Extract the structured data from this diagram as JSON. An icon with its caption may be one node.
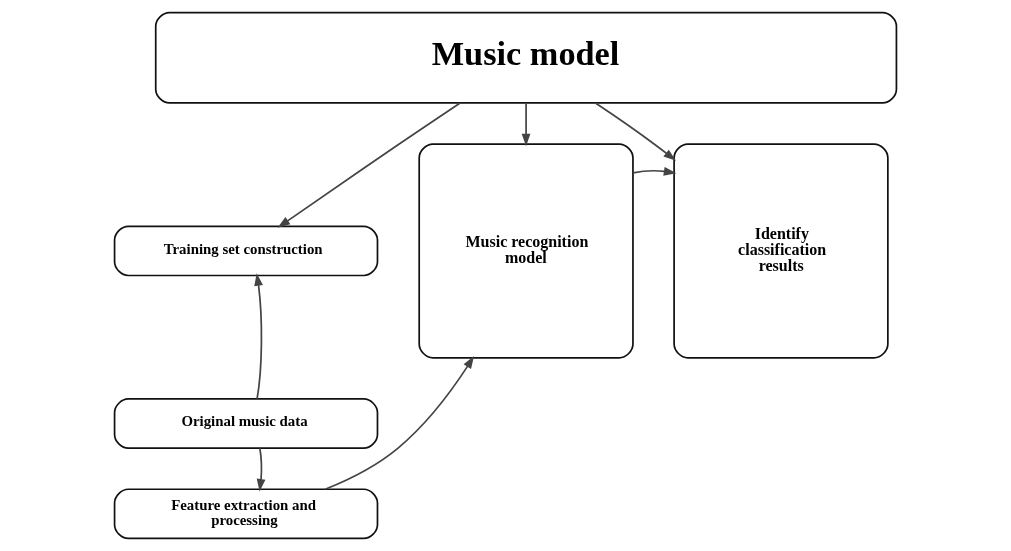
{
  "diagram": {
    "nodes": [
      {
        "text": [
          "Music model"
        ]
      },
      {
        "text": [
          "Training set construction"
        ]
      },
      {
        "text": [
          "Original music data"
        ]
      },
      {
        "text": [
          "Feature extraction and processing"
        ]
      },
      {
        "text": [
          "Music recognition model"
        ]
      },
      {
        "text": [
          "Identify classification results"
        ]
      }
    ],
    "edges": [
      {
        "from": 0,
        "to": 1,
        "arrow": "to"
      },
      {
        "from": 0,
        "to": 4,
        "arrow": "to"
      },
      {
        "from": 0,
        "to": 5,
        "arrow": "to"
      },
      {
        "from": 2,
        "to": 1,
        "arrow": "to"
      },
      {
        "from": 2,
        "to": 3,
        "arrow": "to"
      },
      {
        "from": 3,
        "to": 4,
        "arrow": "to"
      },
      {
        "from": 4,
        "to": 5,
        "arrow": "to"
      }
    ]
  }
}
